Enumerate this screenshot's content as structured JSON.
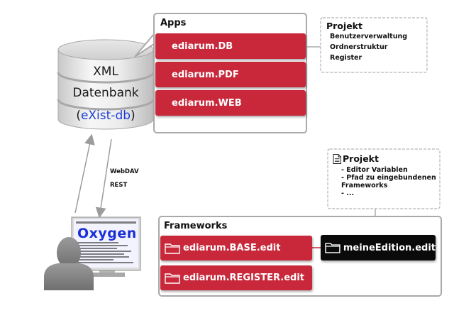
{
  "database": {
    "line1": "XML",
    "line2": "Datenbank",
    "line3_open": "(",
    "line3_name": "eXist-db",
    "line3_close": ")"
  },
  "apps": {
    "title": "Apps",
    "items": [
      "ediarum.DB",
      "ediarum.PDF",
      "ediarum.WEB"
    ]
  },
  "project_note_top": {
    "title": "Projekt",
    "items": [
      "Benutzerverwaltung",
      "Ordnerstruktur",
      "Register"
    ]
  },
  "project_note_bottom": {
    "title": "Projekt",
    "items": [
      "- Editor Variablen",
      "- Pfad zu eingebundenen",
      "Frameworks",
      "- ..."
    ]
  },
  "connection": {
    "labels": [
      "WebDAV",
      "REST"
    ]
  },
  "editor": {
    "label": "Oxygen"
  },
  "frameworks": {
    "title": "Frameworks",
    "items": [
      "ediarum.BASE.edit",
      "ediarum.REGISTER.edit"
    ],
    "project_item": "meineEdition.edit"
  },
  "colors": {
    "accent_red": "#c8283a",
    "project_black": "#0a0a0a",
    "panel_border": "#9a9a9a",
    "note_border": "#b5b5b5",
    "oxygen_blue": "#1a2fd6",
    "exist_blue": "#1f3fd1"
  }
}
